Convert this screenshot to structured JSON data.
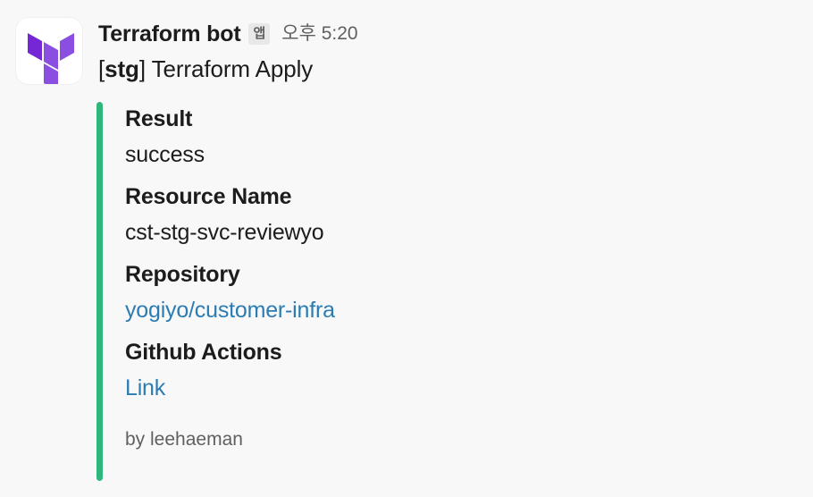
{
  "message": {
    "avatar": {
      "icon": "terraform-logo-icon",
      "background": "#ffffff",
      "logo_color_light": "#8a4fe0",
      "logo_color_dark": "#7527d6"
    },
    "sender_name": "Terraform bot",
    "app_badge": "앱",
    "timestamp": "오후 5:20",
    "title": {
      "open_bracket": "[",
      "environment": "stg",
      "close_bracket": "] ",
      "text": "Terraform Apply"
    },
    "attachment": {
      "bar_color": "#2eb67d",
      "fields": [
        {
          "label": "Result",
          "value": "success",
          "is_link": false
        },
        {
          "label": "Resource Name",
          "value": "cst-stg-svc-reviewyo",
          "is_link": false
        },
        {
          "label": "Repository",
          "value": "yogiyo/customer-infra",
          "is_link": true
        },
        {
          "label": "Github Actions",
          "value": "Link",
          "is_link": true
        }
      ],
      "footer": "by leehaeman"
    }
  },
  "colors": {
    "page_background": "#f8f8f8",
    "text_primary": "#1d1c1d",
    "text_secondary": "#616061",
    "link": "#2b7cb3",
    "accent_green": "#2eb67d",
    "badge_background": "#e8e8e8"
  }
}
